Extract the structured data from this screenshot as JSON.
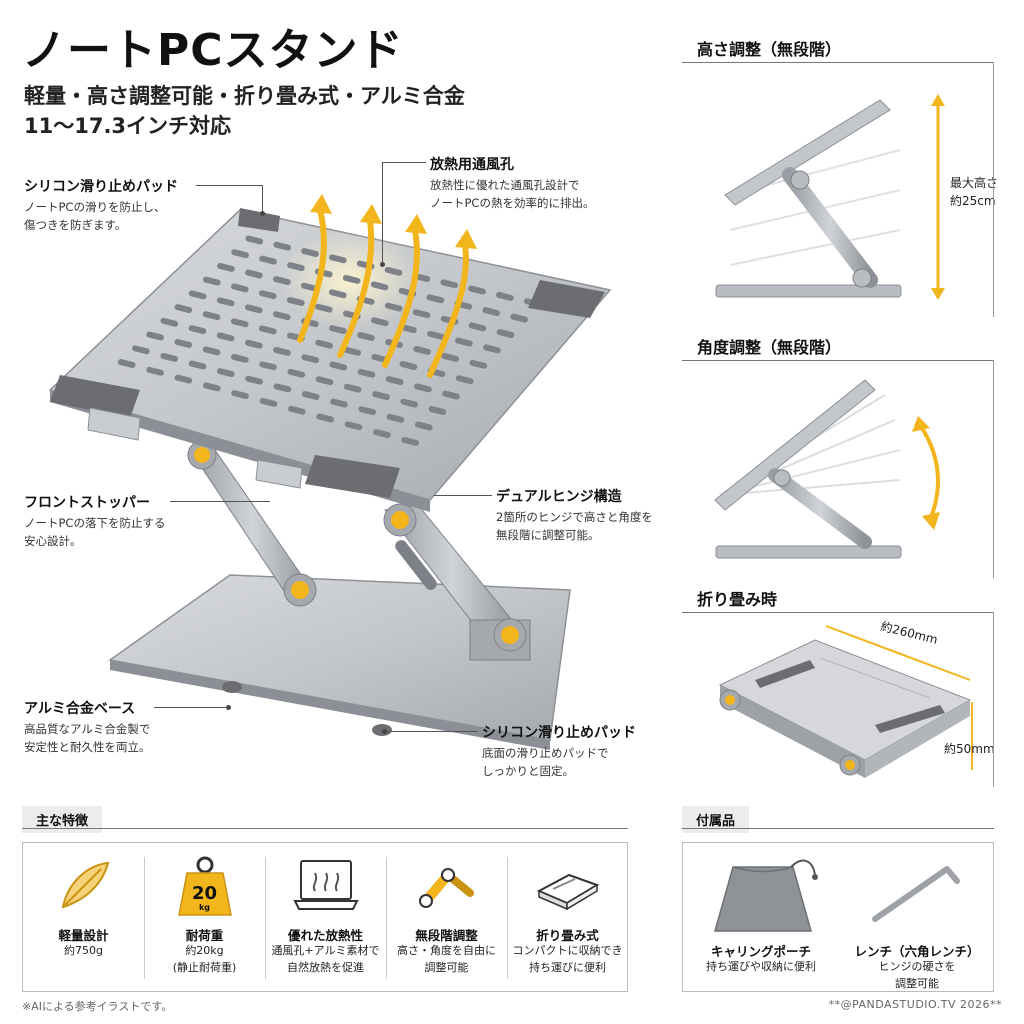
{
  "header": {
    "title": "ノートPCスタンド",
    "subtitle": "軽量・高さ調整可能・折り畳み式・アルミ合金",
    "size_range": "11〜17.3インチ対応"
  },
  "callouts": {
    "silicone_top": {
      "title": "シリコン滑り止めパッド",
      "desc": "ノートPCの滑りを防止し、\n傷つきを防ぎます。"
    },
    "vents": {
      "title": "放熱用通風孔",
      "desc": "放熱性に優れた通風孔設計で\nノートPCの熱を効率的に排出。"
    },
    "front_stopper": {
      "title": "フロントストッパー",
      "desc": "ノートPCの落下を防止する\n安心設計。"
    },
    "dual_hinge": {
      "title": "デュアルヒンジ構造",
      "desc": "2箇所のヒンジで高さと角度を\n無段階に調整可能。"
    },
    "alu_base": {
      "title": "アルミ合金ベース",
      "desc": "高品質なアルミ合金製で\n安定性と耐久性を両立。"
    },
    "silicone_bottom": {
      "title": "シリコン滑り止めパッド",
      "desc": "底面の滑り止めパッドで\nしっかりと固定。"
    }
  },
  "panels": {
    "height": {
      "title": "高さ調整（無段階）",
      "label": "最大高さ\n約25cm"
    },
    "angle": {
      "title": "角度調整（無段階）"
    },
    "folded": {
      "title": "折り畳み時",
      "width_label": "約260mm",
      "thickness_label": "約50mm"
    }
  },
  "features": {
    "tab": "主な特徴",
    "items": [
      {
        "name": "軽量設計",
        "desc": "約750g",
        "icon": "feather-icon"
      },
      {
        "name": "耐荷重",
        "desc": "約20kg\n(静止耐荷重)",
        "icon": "weight-icon",
        "weight_number": "20",
        "weight_unit": "kg"
      },
      {
        "name": "優れた放熱性",
        "desc": "通風孔+アルミ素材で\n自然放熱を促進",
        "icon": "laptop-heat-icon"
      },
      {
        "name": "無段階調整",
        "desc": "高さ・角度を自由に\n調整可能",
        "icon": "hinge-arm-icon"
      },
      {
        "name": "折り畳み式",
        "desc": "コンパクトに収納でき\n持ち運びに便利",
        "icon": "folded-stand-icon"
      }
    ]
  },
  "accessories": {
    "tab": "付属品",
    "items": [
      {
        "name": "キャリングポーチ",
        "desc": "持ち運びや収納に便利",
        "icon": "pouch-icon"
      },
      {
        "name": "レンチ（六角レンチ）",
        "desc": "ヒンジの硬さを\n調整可能",
        "icon": "hex-wrench-icon"
      }
    ]
  },
  "footer": {
    "note": "※AIによる参考イラストです。",
    "credit": "**@PANDASTUDIO.TV 2026**"
  },
  "colors": {
    "accent": "#f2b51c",
    "metal": "#b9bcc1",
    "metal_dark": "#8c9096",
    "pad": "#6b6d70"
  }
}
